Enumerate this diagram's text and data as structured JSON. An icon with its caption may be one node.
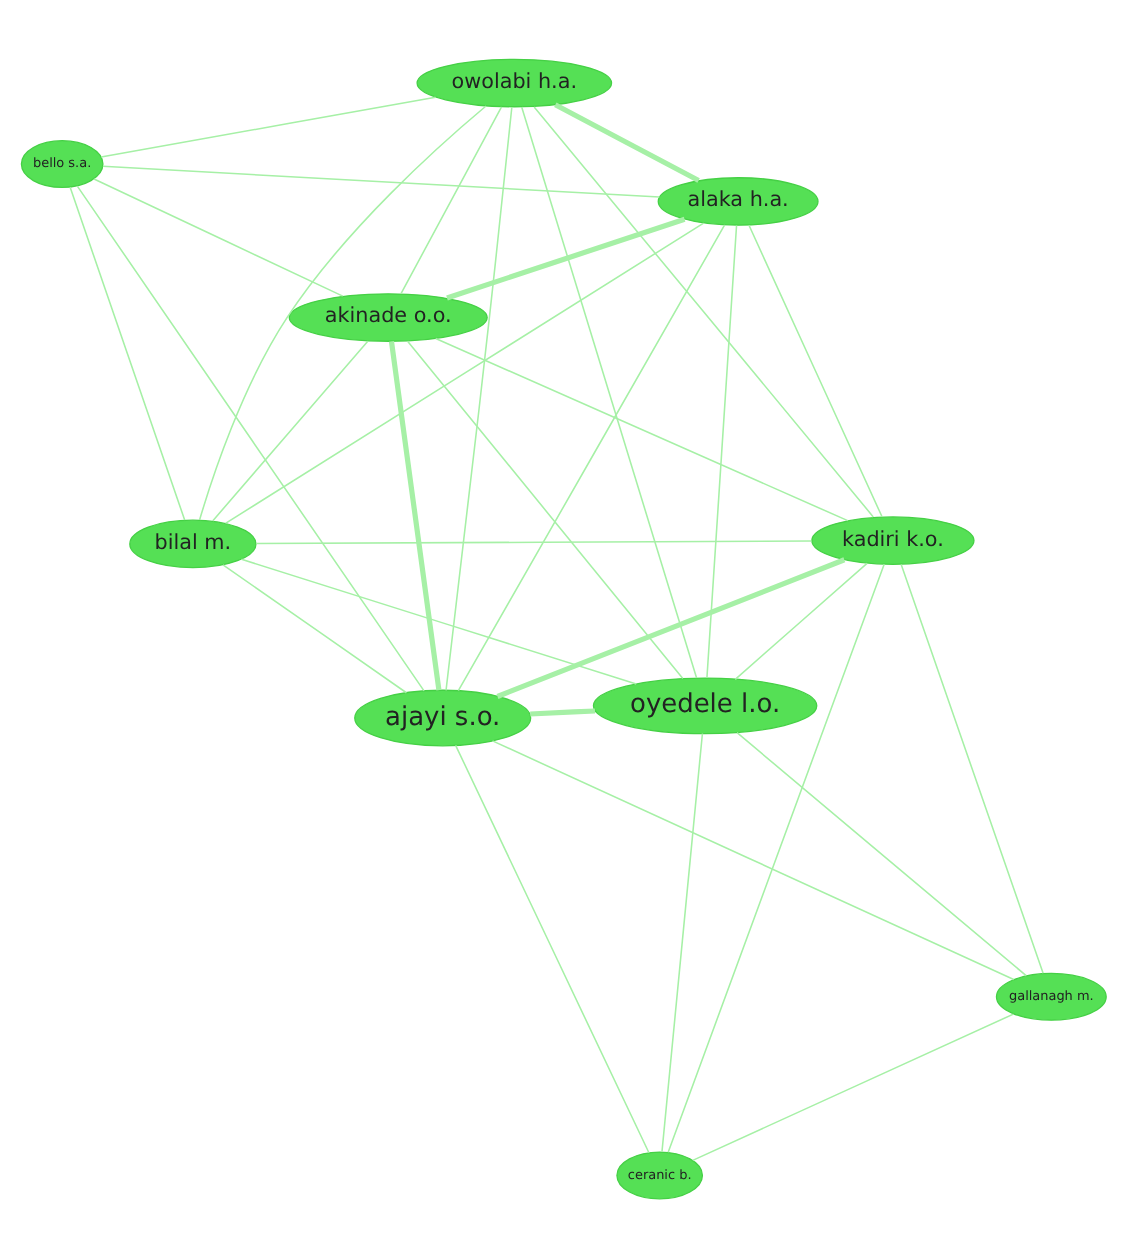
{
  "diagram": {
    "nodes": [
      {
        "text": [
          "bello s.a."
        ]
      },
      {
        "text": [
          "alaka h.a."
        ]
      },
      {
        "text": [
          "bilal m."
        ]
      },
      {
        "text": [
          "owolabi h.a."
        ]
      },
      {
        "text": [
          "oyedele l.o."
        ]
      },
      {
        "text": [
          "akinade o.o."
        ]
      },
      {
        "text": [
          "ajayi s.o."
        ]
      },
      {
        "text": [
          "kadiri k.o."
        ]
      },
      {
        "text": [
          "ceranic b."
        ]
      },
      {
        "text": [
          "gallanagh m."
        ]
      }
    ],
    "edges": [
      {
        "from": 0,
        "to": 2,
        "arrow": "none"
      },
      {
        "from": 0,
        "to": 3,
        "arrow": "none"
      },
      {
        "from": 0,
        "to": 5,
        "arrow": "none"
      },
      {
        "from": 0,
        "to": 6,
        "arrow": "none"
      },
      {
        "from": 0,
        "to": 1,
        "arrow": "none"
      },
      {
        "from": 1,
        "to": 2,
        "arrow": "none"
      },
      {
        "from": 1,
        "to": 3,
        "arrow": "none",
        "style": "thick"
      },
      {
        "from": 1,
        "to": 4,
        "arrow": "none"
      },
      {
        "from": 1,
        "to": 5,
        "arrow": "none",
        "style": "thick"
      },
      {
        "from": 1,
        "to": 6,
        "arrow": "none"
      },
      {
        "from": 1,
        "to": 7,
        "arrow": "none"
      },
      {
        "from": 2,
        "to": 3,
        "arrow": "none"
      },
      {
        "from": 2,
        "to": 4,
        "arrow": "none"
      },
      {
        "from": 2,
        "to": 5,
        "arrow": "none"
      },
      {
        "from": 2,
        "to": 6,
        "arrow": "none"
      },
      {
        "from": 2,
        "to": 7,
        "arrow": "none"
      },
      {
        "from": 3,
        "to": 4,
        "arrow": "none"
      },
      {
        "from": 3,
        "to": 5,
        "arrow": "none"
      },
      {
        "from": 3,
        "to": 6,
        "arrow": "none"
      },
      {
        "from": 3,
        "to": 7,
        "arrow": "none"
      },
      {
        "from": 4,
        "to": 5,
        "arrow": "none"
      },
      {
        "from": 4,
        "to": 6,
        "arrow": "none",
        "style": "thick"
      },
      {
        "from": 4,
        "to": 7,
        "arrow": "none"
      },
      {
        "from": 4,
        "to": 8,
        "arrow": "none"
      },
      {
        "from": 4,
        "to": 9,
        "arrow": "none"
      },
      {
        "from": 5,
        "to": 6,
        "arrow": "none",
        "style": "thick"
      },
      {
        "from": 5,
        "to": 7,
        "arrow": "none"
      },
      {
        "from": 6,
        "to": 7,
        "arrow": "none",
        "style": "thick"
      },
      {
        "from": 6,
        "to": 8,
        "arrow": "none"
      },
      {
        "from": 6,
        "to": 9,
        "arrow": "none"
      },
      {
        "from": 7,
        "to": 8,
        "arrow": "none"
      },
      {
        "from": 7,
        "to": 9,
        "arrow": "none"
      },
      {
        "from": 8,
        "to": 9,
        "arrow": "none"
      }
    ]
  }
}
